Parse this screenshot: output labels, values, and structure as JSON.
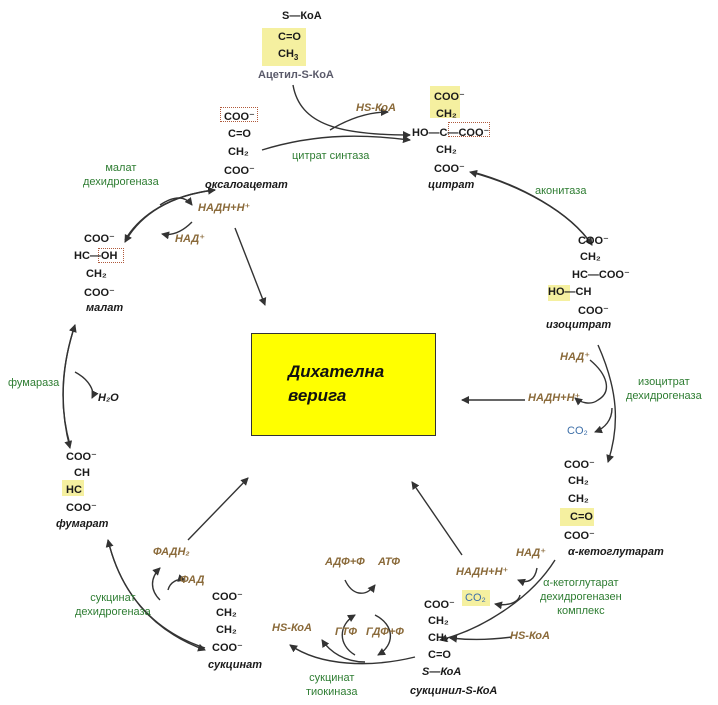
{
  "center": {
    "line1": "Дихателна",
    "line2": "верига"
  },
  "molecules": {
    "acetyl": {
      "top": "S—КоА",
      "mid": "C=O",
      "bot": "CH",
      "bot_sub": "3",
      "name": "Ацетил-S-КоА"
    },
    "oxaloacetate": {
      "rows": [
        "COO⁻",
        "C=O",
        "CH₂",
        "COO⁻"
      ],
      "name": "оксалоацетат"
    },
    "citrate": {
      "rows": [
        "COO⁻",
        "CH₂",
        "HO—C—COO⁻",
        "CH₂",
        "COO⁻"
      ],
      "name": "цитрат"
    },
    "isocitrate": {
      "rows": [
        "COO⁻",
        "CH₂",
        "HC—COO⁻",
        "HO—CH",
        "COO⁻"
      ],
      "name": "изоцитрат"
    },
    "ketoglutarate": {
      "rows": [
        "COO⁻",
        "CH₂",
        "CH₂",
        "C=O",
        "COO⁻"
      ],
      "name": "α-кетоглутарат"
    },
    "succinylcoa": {
      "rows": [
        "COO⁻",
        "CH₂",
        "CH₂",
        "C=O",
        "S—КоА"
      ],
      "name": "сукцинил-S-КоА"
    },
    "succinate": {
      "rows": [
        "COO⁻",
        "CH₂",
        "CH₂",
        "COO⁻"
      ],
      "name": "сукцинат"
    },
    "fumarate": {
      "rows": [
        "COO⁻",
        "CH",
        "HC",
        "COO⁻"
      ],
      "name": "фумарат"
    },
    "malate": {
      "rows": [
        "COO⁻",
        "HC—OH",
        "CH₂",
        "COO⁻"
      ],
      "name": "малат"
    }
  },
  "enzymes": {
    "citrate_synthase": "цитрат синтаза",
    "aconitase": "аконитаза",
    "icdh": [
      "изоцитрат",
      "дехидрогеназа"
    ],
    "akgdh": [
      "α-кетоглутарат",
      "дехидрогеназен",
      "комплекс"
    ],
    "sct": [
      "сукцинат",
      "тиокиназа"
    ],
    "sdh": [
      "сукцинат",
      "дехидрогеназа"
    ],
    "fumarase": "фумараза",
    "mdh": [
      "малат",
      "дехидрогеназа"
    ]
  },
  "cofactors": {
    "hscoa": "HS-КоА",
    "nad": "НАД⁺",
    "nadh": "НАДН+Н⁺",
    "co2": "CO₂",
    "gdp": "ГДФ+Ф",
    "gtp": "ГТФ",
    "adp": "АДФ+Ф",
    "atp": "АТФ",
    "fadh2": "ФАДН₂",
    "fad": "ФАД",
    "h2o": "H₂O"
  },
  "colors": {
    "enzyme": "#2e7d32",
    "cofactor": "#8a6a3a",
    "co2": "#3d6fa8",
    "chain": "#ffff00",
    "highlight": "#f5f0a0",
    "arrow": "#333333"
  }
}
